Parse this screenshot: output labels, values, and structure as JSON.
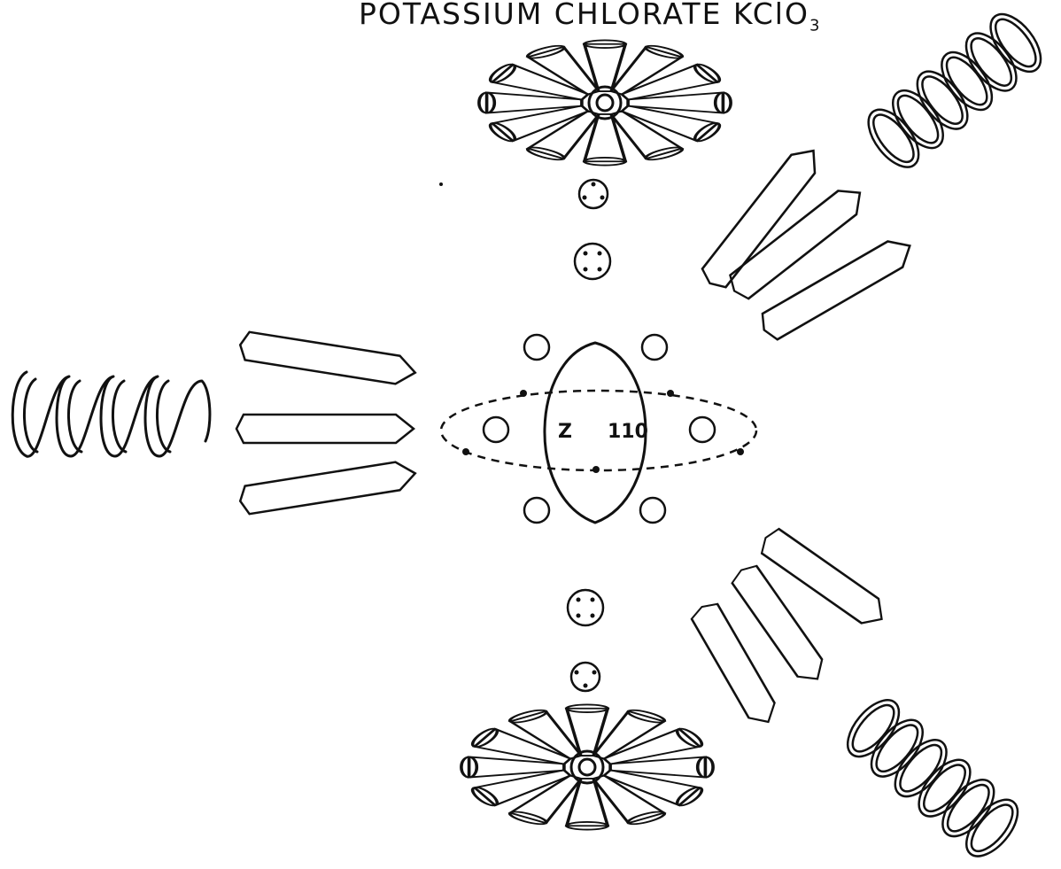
{
  "title": "POTASSIUM CHLORATE KClO",
  "title_subscript": "3",
  "nucleus": {
    "z_label": "Z",
    "number": "110"
  }
}
